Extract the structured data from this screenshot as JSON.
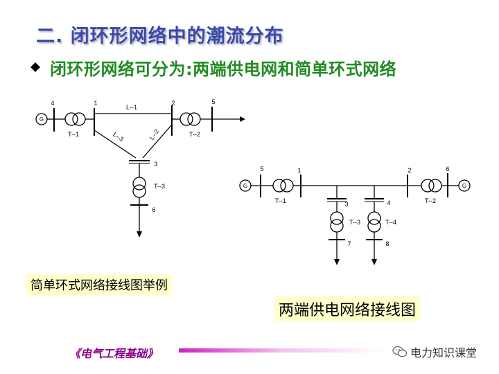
{
  "slide": {
    "title": "二. 闭环形网络中的潮流分布",
    "subtitle": "闭环形网络可分为:两端供电网和简单环式网络",
    "caption_left": "简单环式网络接线图举例",
    "caption_right": "两端供电网络接线图",
    "footer_left": "《电气工程基础》",
    "footer_right": "电力知识课堂"
  },
  "diagram_left": {
    "generator": "G",
    "node_labels": [
      "4",
      "1",
      "2",
      "5",
      "3",
      "6"
    ],
    "line_labels": [
      "L--1",
      "L--3",
      "L--2"
    ],
    "transformer_labels": [
      "T--1",
      "T--2",
      "T--3"
    ]
  },
  "diagram_right": {
    "generators": [
      "G",
      "G"
    ],
    "node_labels": [
      "5",
      "1",
      "2",
      "6",
      "3",
      "4",
      "7",
      "8"
    ],
    "transformer_labels": [
      "T--1",
      "T--2",
      "T--3",
      "T--4"
    ]
  },
  "colors": {
    "title": "#3a49a8",
    "subtitle": "#228b22",
    "caption_bg": "#ffffcc",
    "footer": "#8b008b"
  }
}
